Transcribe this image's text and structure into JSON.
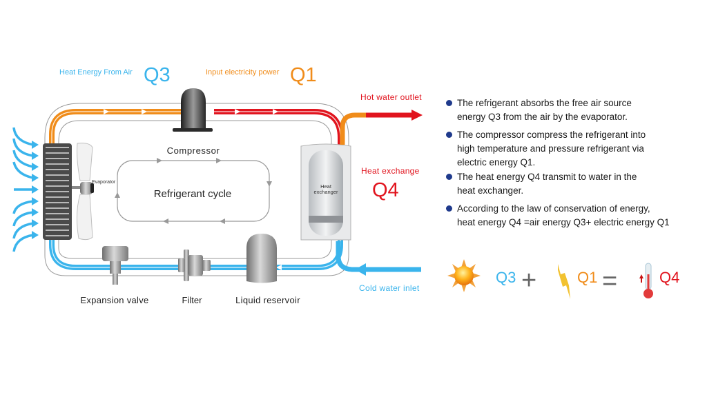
{
  "colors": {
    "cold": "#3ab4ec",
    "warm": "#f08c1a",
    "hot": "#e1141e",
    "text": "#1a1a1a",
    "bullet": "#1f3a8c",
    "symbol_gray": "#666666"
  },
  "headers": {
    "q3_caption": "Heat Energy From Air",
    "q3_symbol": "Q3",
    "q1_caption": "Input electricity power",
    "q1_symbol": "Q1"
  },
  "components": {
    "compressor": "Compressor",
    "evaporator": "Evaporator",
    "cycle": "Refrigerant cycle",
    "heat_exchanger_line1": "Heat",
    "heat_exchanger_line2": "exchanger",
    "expansion_valve": "Expansion valve",
    "filter": "Filter",
    "liquid_reservoir": "Liquid reservoir"
  },
  "water": {
    "hot_outlet": "Hot water outlet",
    "cold_inlet": "Cold water inlet",
    "heat_exchange": "Heat exchange",
    "q4_symbol": "Q4"
  },
  "bullets": [
    {
      "line1": "The refrigerant absorbs the free air source",
      "line2": "energy Q3 from the air by the evaporator.",
      "line3": ""
    },
    {
      "line1": "The compressor compress the refrigerant into",
      "line2": "high temperature and pressure refrigerant via",
      "line3": "electric energy Q1."
    },
    {
      "line1": "The heat energy Q4 transmit to water in the",
      "line2": "heat exchanger.",
      "line3": ""
    },
    {
      "line1": "According to the law of conservation of energy,",
      "line2": "heat energy Q4 =air energy Q3+ electric energy Q1",
      "line3": ""
    }
  ],
  "equation": {
    "term1_icon": "sun-icon",
    "term1": "Q3",
    "op1": "+",
    "term2_icon": "lightning-icon",
    "term2": "Q1",
    "op2": "=",
    "result_icon": "thermometer-icon",
    "result": "Q4"
  }
}
